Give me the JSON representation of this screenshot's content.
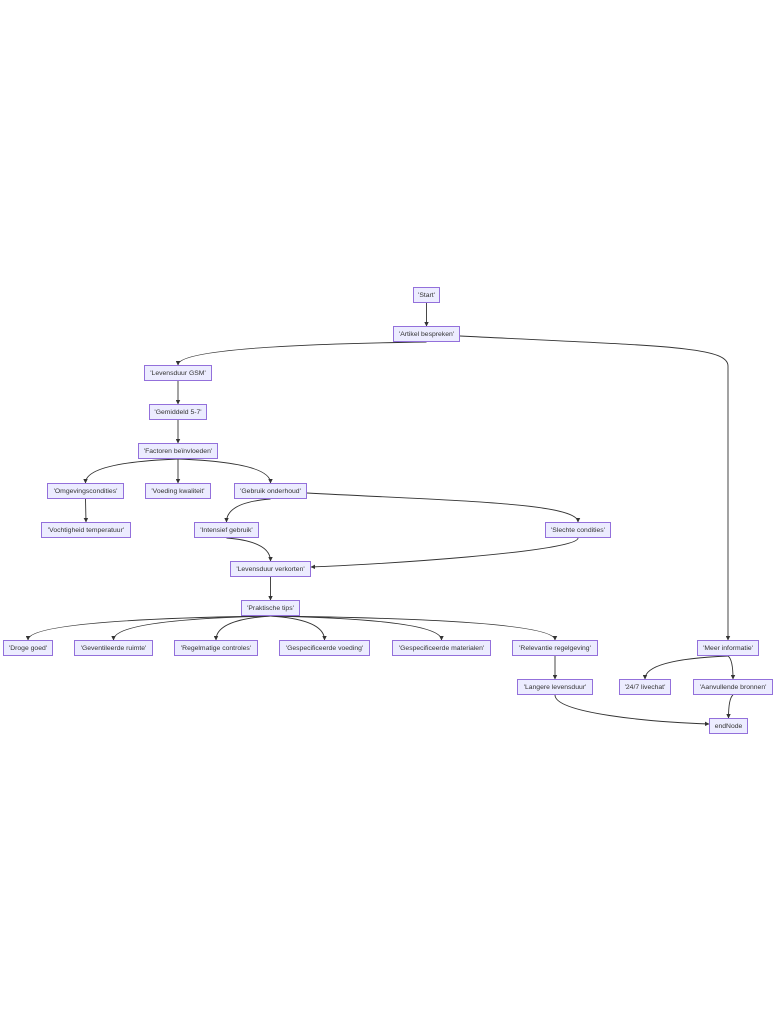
{
  "diagram": {
    "nodes": {
      "start": "'Start'",
      "artikel": "'Artikel bespreken'",
      "levensduur": "'Levensduur GSM'",
      "gemiddeld": "'Gemiddeld 5-7'",
      "factoren": "'Factoren beïnvloeden'",
      "omgeving": "'Omgevingscondities'",
      "voeding": "'Voeding kwaliteit'",
      "gebruik": "'Gebruik onderhoud'",
      "vochtigheid": "'Vochtigheid temperatuur'",
      "intensief": "'Intensief gebruik'",
      "slechte": "'Slechte condities'",
      "verkorten": "'Levensduur verkorten'",
      "tips": "'Praktische tips'",
      "droge": "'Droge goed'",
      "geventileerde": "'Geventileerde ruimte'",
      "regelmatige": "'Regelmatige controles'",
      "gespvoeding": "'Gespecificeerde voeding'",
      "gespmaterialen": "'Gespecificeerde materialen'",
      "relevantie": "'Relevantie regelgeving'",
      "meer": "'Meer informatie'",
      "langere": "'Langere levensduur'",
      "livechat": "'24/7 livechat'",
      "bronnen": "'Aanvullende bronnen'",
      "end": "endNode"
    },
    "edges": [
      [
        "start",
        "artikel"
      ],
      [
        "artikel",
        "levensduur"
      ],
      [
        "artikel",
        "meer"
      ],
      [
        "levensduur",
        "gemiddeld"
      ],
      [
        "gemiddeld",
        "factoren"
      ],
      [
        "factoren",
        "omgeving"
      ],
      [
        "factoren",
        "voeding"
      ],
      [
        "factoren",
        "gebruik"
      ],
      [
        "omgeving",
        "vochtigheid"
      ],
      [
        "gebruik",
        "intensief"
      ],
      [
        "gebruik",
        "slechte"
      ],
      [
        "intensief",
        "verkorten"
      ],
      [
        "slechte",
        "verkorten"
      ],
      [
        "verkorten",
        "tips"
      ],
      [
        "tips",
        "droge"
      ],
      [
        "tips",
        "geventileerde"
      ],
      [
        "tips",
        "regelmatige"
      ],
      [
        "tips",
        "gespvoeding"
      ],
      [
        "tips",
        "gespmaterialen"
      ],
      [
        "tips",
        "relevantie"
      ],
      [
        "relevantie",
        "langere"
      ],
      [
        "meer",
        "livechat"
      ],
      [
        "meer",
        "bronnen"
      ],
      [
        "langere",
        "end"
      ],
      [
        "bronnen",
        "end"
      ]
    ],
    "colors": {
      "node_fill": "#ECECFF",
      "node_border": "#9370DB",
      "edge": "#333333",
      "text": "#333333"
    }
  }
}
